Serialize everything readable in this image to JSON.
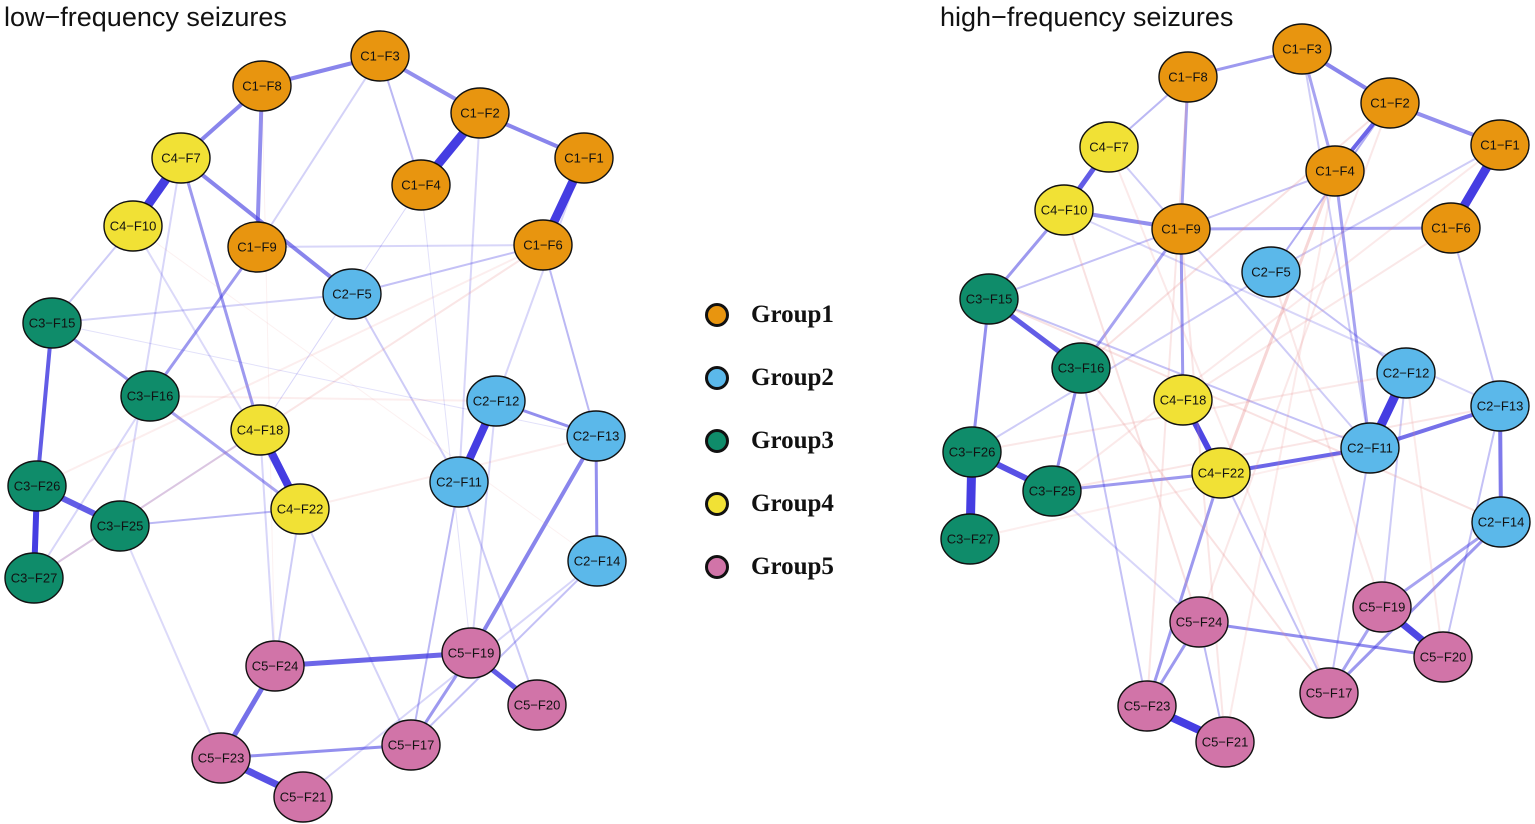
{
  "panels": [
    {
      "id": "left",
      "title": "low−frequency seizures",
      "nodes": [
        "C1-F3",
        "C1-F8",
        "C1-F2",
        "C1-F1",
        "C4-F7",
        "C1-F4",
        "C4-F10",
        "C1-F9",
        "C1-F6",
        "C2-F5",
        "C3-F15",
        "C3-F16",
        "C2-F12",
        "C4-F18",
        "C2-F13",
        "C3-F26",
        "C2-F11",
        "C4-F22",
        "C3-F25",
        "C2-F14",
        "C3-F27",
        "C5-F19",
        "C5-F24",
        "C5-F20",
        "C5-F17",
        "C5-F23",
        "C5-F21"
      ]
    },
    {
      "id": "right",
      "title": "high−frequency seizures",
      "nodes": [
        "C1-F3",
        "C1-F8",
        "C1-F2",
        "C4-F7",
        "C1-F1",
        "C1-F4",
        "C4-F10",
        "C1-F9",
        "C1-F6",
        "C2-F5",
        "C3-F15",
        "C3-F16",
        "C2-F12",
        "C4-F18",
        "C2-F13",
        "C3-F26",
        "C2-F11",
        "C4-F22",
        "C3-F25",
        "C2-F14",
        "C3-F27",
        "C5-F19",
        "C5-F24",
        "C5-F20",
        "C5-F17",
        "C5-F23",
        "C5-F21"
      ]
    }
  ],
  "legend": [
    {
      "label": "Group1",
      "color": "#E8950F"
    },
    {
      "label": "Group2",
      "color": "#5BB8EA"
    },
    {
      "label": "Group3",
      "color": "#0F8C6A"
    },
    {
      "label": "Group4",
      "color": "#F1E135"
    },
    {
      "label": "Group5",
      "color": "#D174A8"
    }
  ],
  "colors": {
    "positive_edge": "#3B33E0",
    "negative_edge": "#E88C8C",
    "node_stroke": "#111111"
  }
}
